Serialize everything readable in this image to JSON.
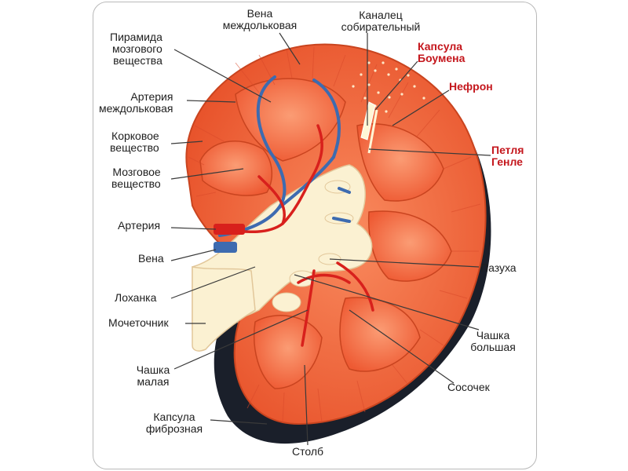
{
  "labels": {
    "pyramid": [
      "Пирамида",
      "мозгового",
      "вещества"
    ],
    "interlobar_vein": [
      "Вена",
      "междольковая"
    ],
    "collecting_duct": [
      "Каналец",
      "собирательный"
    ],
    "bowman_capsule": [
      "Капсула",
      "Боумена"
    ],
    "nephron": [
      "Нефрон"
    ],
    "loop_henle": [
      "Петля",
      "Генле"
    ],
    "interlobar_artery": [
      "Артерия",
      "междольковая"
    ],
    "cortex": [
      "Корковое",
      "вещество"
    ],
    "medulla": [
      "Мозговое",
      "вещество"
    ],
    "artery": [
      "Артерия"
    ],
    "vein": [
      "Вена"
    ],
    "sinus": [
      "Пазуха"
    ],
    "pelvis": [
      "Лоханка"
    ],
    "ureter": [
      "Мочеточник"
    ],
    "major_calyx": [
      "Чашка",
      "большая"
    ],
    "papilla": [
      "Сосочек"
    ],
    "minor_calyx": [
      "Чашка",
      "малая"
    ],
    "fibrous_capsule": [
      "Капсула",
      "фиброзная"
    ],
    "column": [
      "Столб"
    ]
  },
  "colors": {
    "cortex": "#f0643a",
    "medulla": "#f47a4c",
    "sinus_fat": "#fbf1d2",
    "capsule_shadow": "#1a1f2a",
    "vein": "#3d6bb0",
    "artery": "#d8201c",
    "highlight_label": "#c4161c",
    "leader_line": "#3a3a3a"
  }
}
